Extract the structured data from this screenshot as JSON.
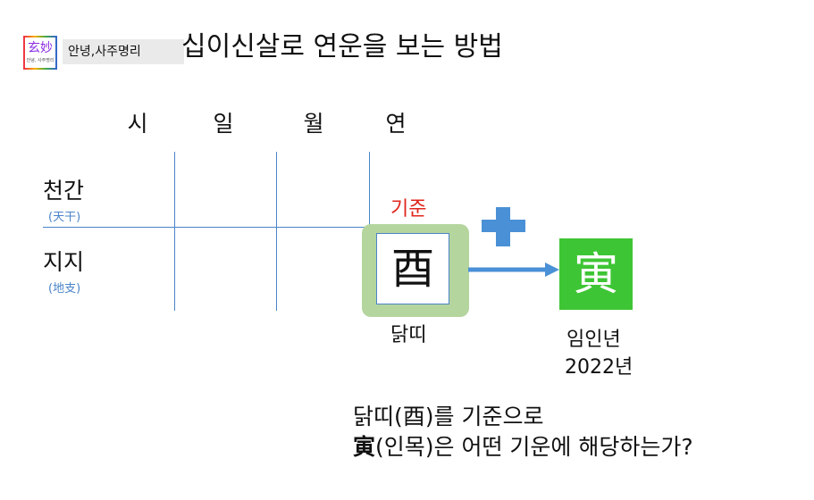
{
  "header": {
    "logo": {
      "main": "玄妙",
      "sub": "안녕, 사주명리"
    },
    "channel_name": "안녕,사주명리",
    "title": "십이신살로 연운을 보는 방법"
  },
  "table": {
    "columns": [
      "시",
      "일",
      "월",
      "연"
    ],
    "rows": [
      {
        "label": "천간",
        "hanja": "(天干)"
      },
      {
        "label": "지지",
        "hanja": "(地支)"
      }
    ]
  },
  "standard_label": "기준",
  "rooster": {
    "char": "酉",
    "name": "닭띠"
  },
  "tiger": {
    "char": "寅",
    "year_name": "임인년",
    "year": "2022년"
  },
  "question": {
    "line1": "닭띠(酉)를 기준으로",
    "line2_bold": "寅",
    "line2_rest": "(인목)은 어떤 기운에 해당하는가?"
  },
  "colors": {
    "accent_blue": "#4a84c8",
    "standard_red": "#e0261d",
    "frame_green": "#b5d59f",
    "tiger_green": "#3ec535"
  },
  "icons": {
    "plus": "plus-icon",
    "arrow": "arrow-right-icon"
  }
}
